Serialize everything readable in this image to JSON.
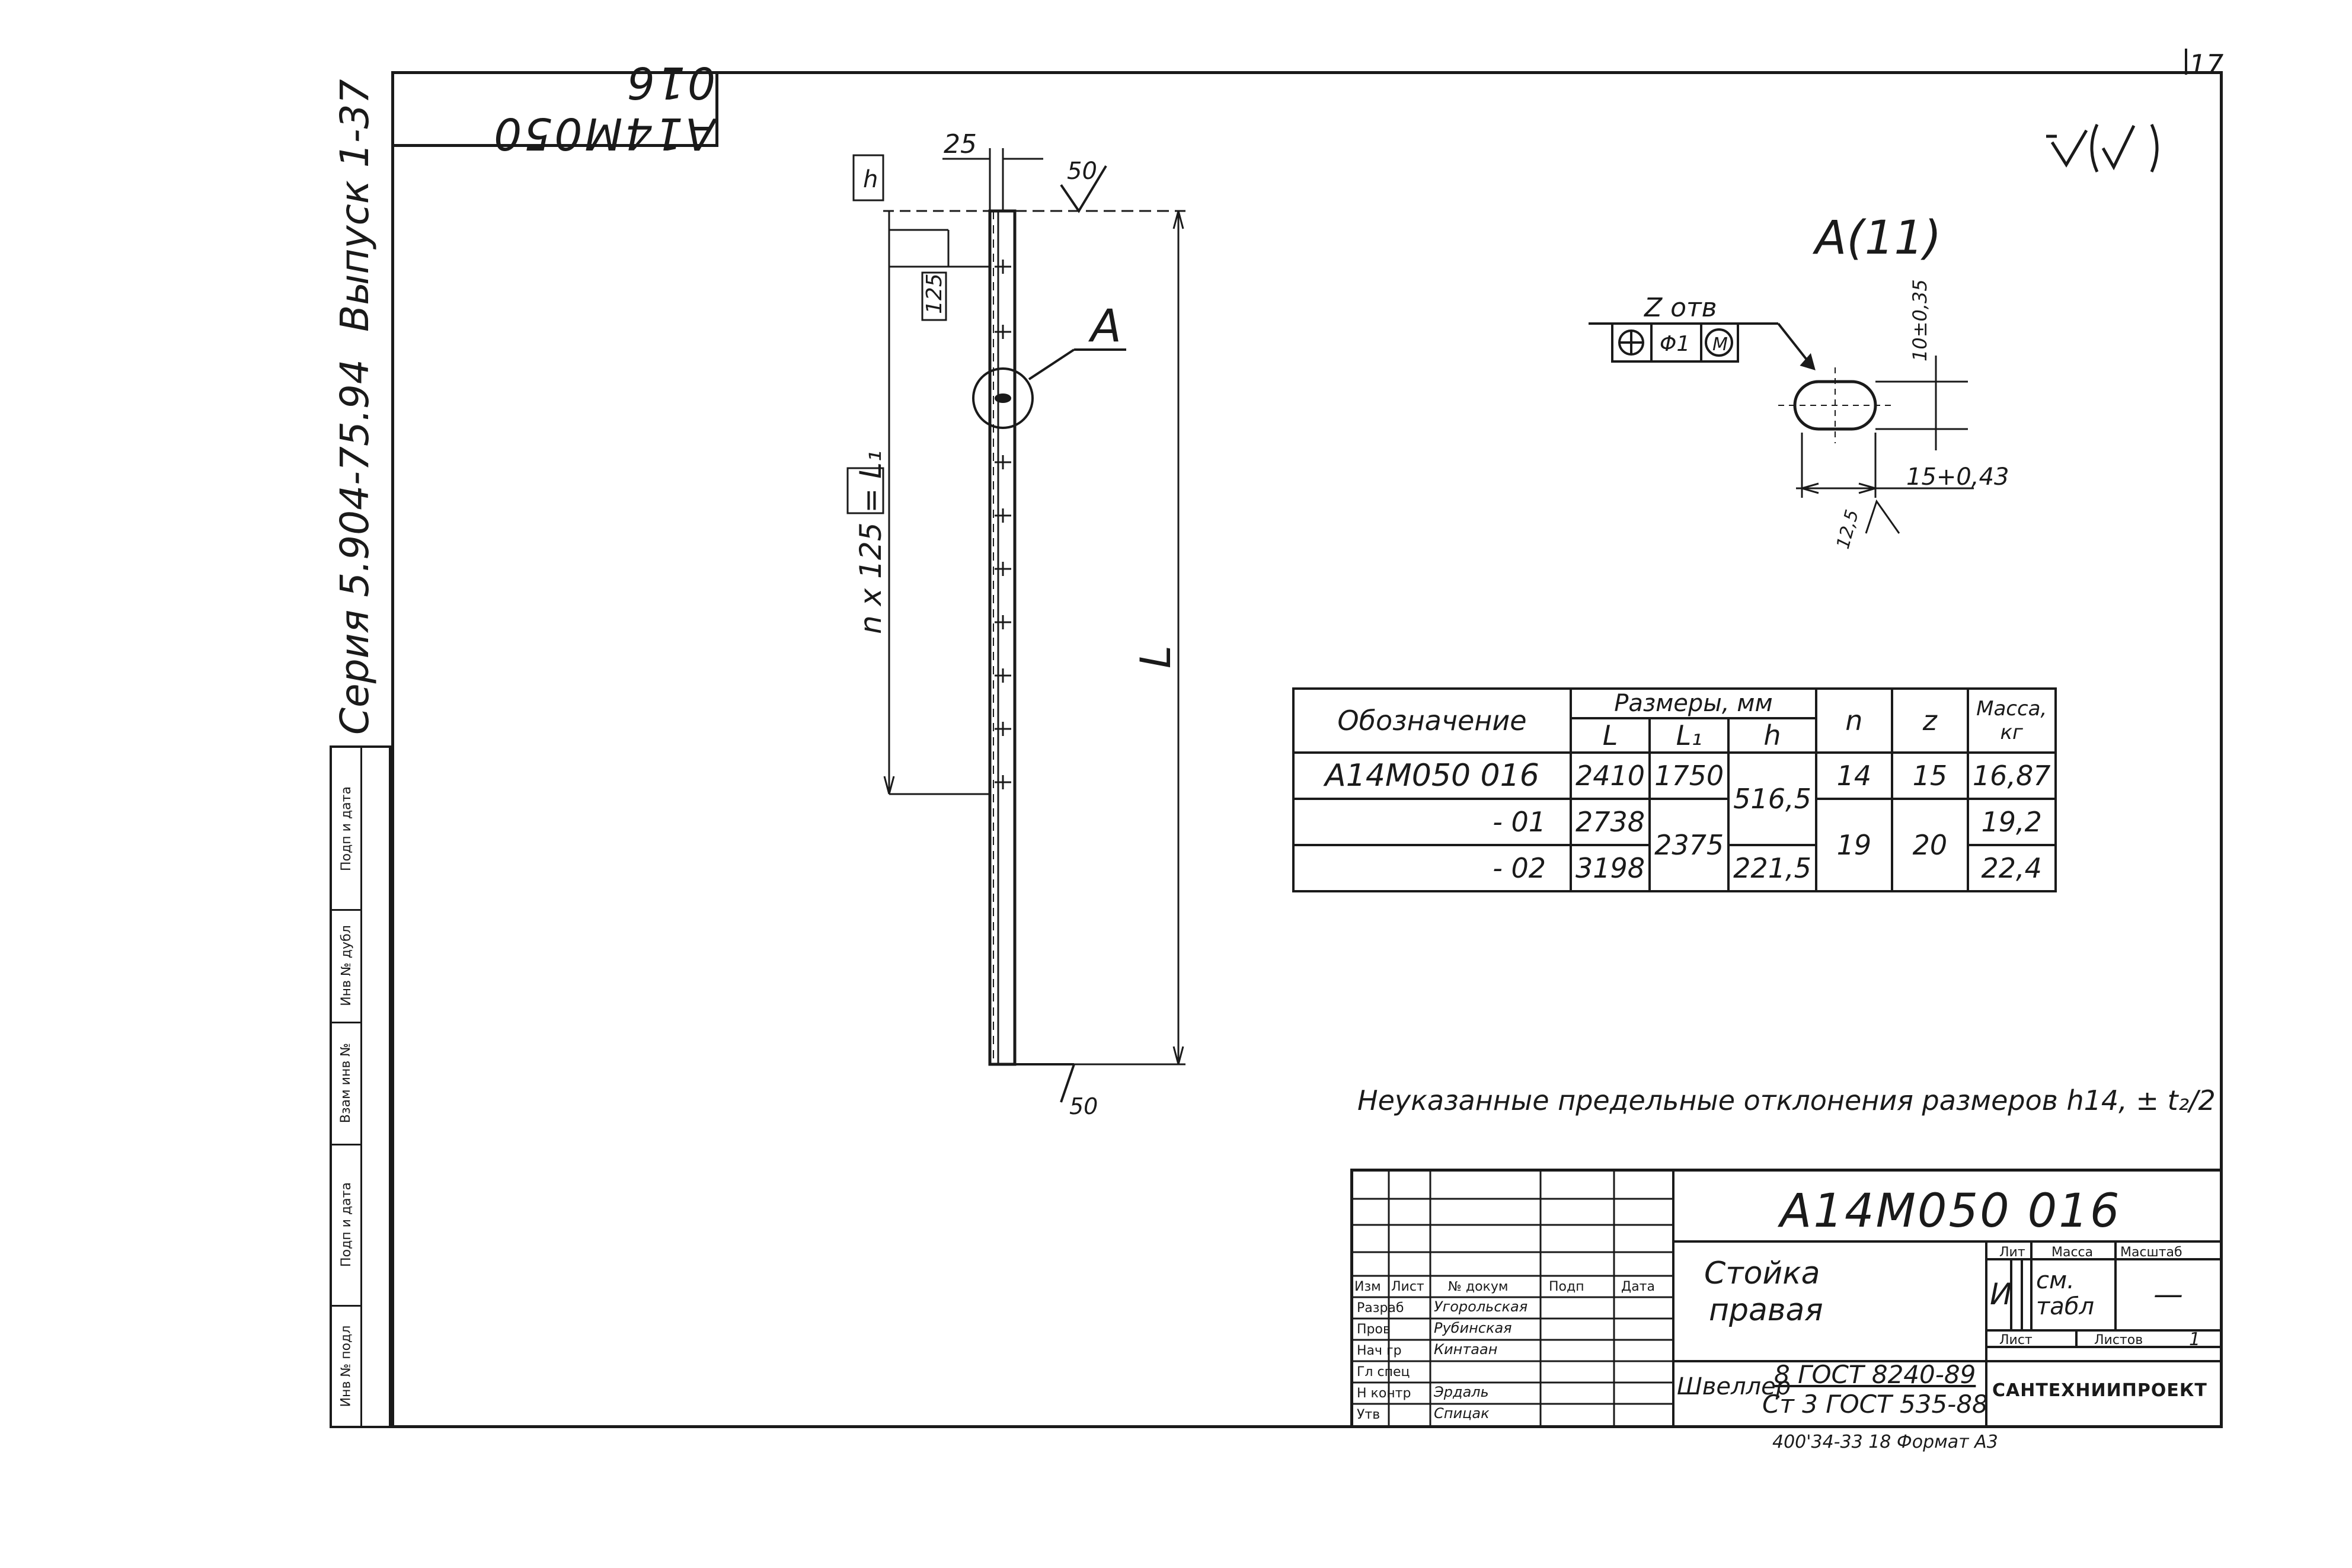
{
  "sheet": {
    "top_stamp": "А14М050 016",
    "sheet_number": "17",
    "series": "Серия 5.904-75.94",
    "issue": "Выпуск 1-37",
    "roughness_symbol": "∀(✓)"
  },
  "side_stamp": {
    "cells": [
      "Инв № подл",
      "Подп и дата",
      "Взам инв №",
      "Инв № дубл",
      "Подп и дата"
    ]
  },
  "drawing": {
    "dim_25": "25",
    "dim_50_top": "50",
    "dim_50_bottom": "50",
    "dim_h": "h",
    "dim_125": "125",
    "dim_nx125": "n x 125 = L₁",
    "dim_L": "L",
    "view_label": "A",
    "detail_title": "A(11)",
    "tolerance_frame_z": "Z отв",
    "tolerance_phi1": "Φ1",
    "tolerance_m": "M",
    "dim_10": "10±0,35",
    "dim_15": "15+0,43",
    "dim_125_detail": "12,5"
  },
  "spec_table": {
    "header_designation": "Обозначение",
    "header_dims": "Размеры, мм",
    "header_L": "L",
    "header_L1": "L₁",
    "header_h": "h",
    "header_n": "n",
    "header_z": "z",
    "header_mass": "Масса, кг",
    "rows": [
      {
        "designation": "А14М050 016",
        "L": "2410",
        "L1": "1750",
        "h": "516,5",
        "n": "14",
        "z": "15",
        "mass": "16,87"
      },
      {
        "designation": "- 01",
        "L": "2738",
        "L1": "2375",
        "h": "",
        "n": "19",
        "z": "20",
        "mass": "19,2"
      },
      {
        "designation": "- 02",
        "L": "3198",
        "L1": "",
        "h": "221,5",
        "n": "",
        "z": "",
        "mass": "22,4"
      }
    ]
  },
  "note": "Неуказанные предельные отклонения размеров h14, ± t₂/2",
  "title_block": {
    "designation": "А14М050 016",
    "name_line1": "Стойка",
    "name_line2": "правая",
    "material_prefix": "Швеллер",
    "material_line1": "8 ГОСТ 8240-89",
    "material_line2": "Ст 3 ГОСТ 535-88",
    "org": "САНТЕХНИИПРОЕКТ",
    "lit_label": "Лит",
    "mass_label": "Масса",
    "scale_label": "Масштаб",
    "lit_value": "И",
    "mass_value": "см. табл",
    "scale_value": "—",
    "sheet_label": "Лист",
    "sheets_label": "Листов",
    "sheets_value": "1",
    "col_izm": "Изм",
    "col_list": "Лист",
    "col_docnum": "№ докум",
    "col_podp": "Подп",
    "col_data": "Дата",
    "roles": [
      {
        "role": "Разраб",
        "name": "Угорольская"
      },
      {
        "role": "Пров",
        "name": "Рубинская"
      },
      {
        "role": "Нач гр",
        "name": "Кинтаан"
      },
      {
        "role": "Гл спец",
        "name": ""
      },
      {
        "role": "Н контр",
        "name": "Эрдаль"
      },
      {
        "role": "Утв",
        "name": "Спицак"
      }
    ]
  },
  "footer": "400'34-33  18  Формат А3"
}
